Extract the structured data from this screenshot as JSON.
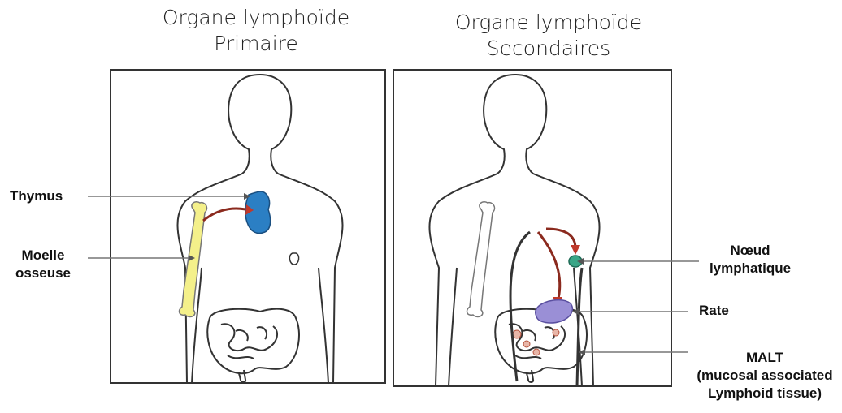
{
  "left_panel": {
    "title_line1": "Organe lymphoïde",
    "title_line2": "Primaire",
    "labels": {
      "thymus": "Thymus",
      "moelle_line1": "Moelle",
      "moelle_line2": "osseuse"
    }
  },
  "right_panel": {
    "title_line1": "Organe lymphoïde",
    "title_line2": "Secondaires",
    "labels": {
      "noeud_line1": "Nœud",
      "noeud_line2": "lymphatique",
      "rate": "Rate",
      "malt_line1": "MALT",
      "malt_line2": "(mucosal associated",
      "malt_line3": "Lymphoid tissue)"
    }
  },
  "colors": {
    "thymus": "#2b7fc4",
    "bone_marrow": "#f4f08a",
    "spleen": "#9a8fd6",
    "lymph_node": "#3aa687",
    "arrow": "#8b2a1e",
    "outline": "#333333"
  }
}
